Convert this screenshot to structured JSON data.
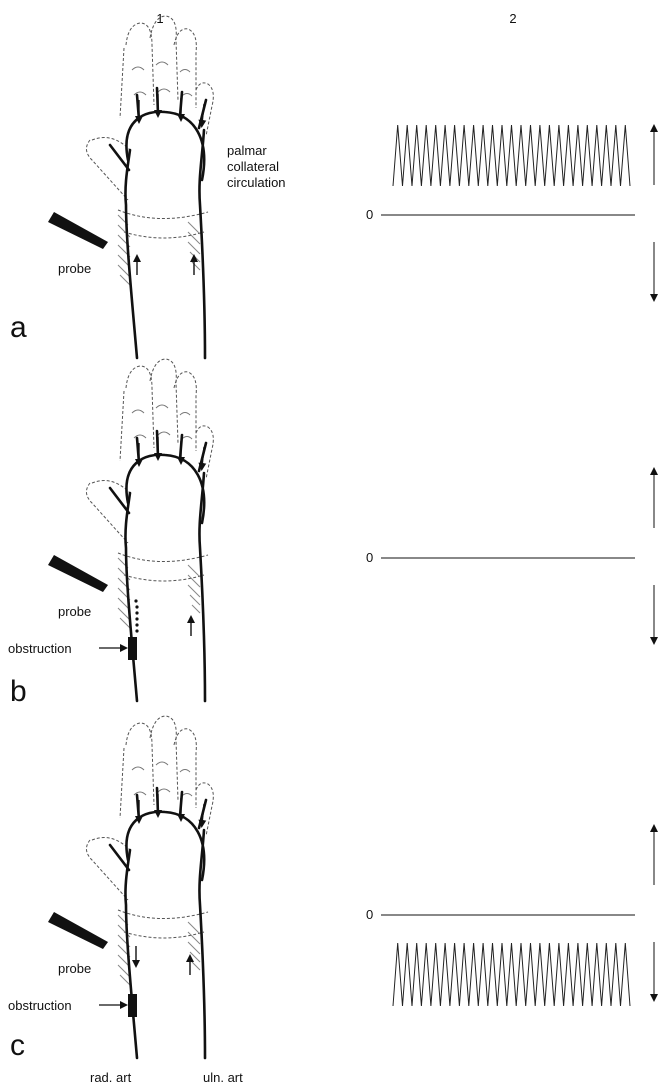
{
  "columns": {
    "col1": "1",
    "col2": "2"
  },
  "labels": {
    "palmar_line1": "palmar",
    "palmar_line2": "collateral",
    "palmar_line3": "circulation",
    "probe": "probe",
    "obstruction": "obstruction",
    "rad_art": "rad. art",
    "uln_art": "uln. art",
    "zero": "0"
  },
  "panels": [
    {
      "letter": "a",
      "signal": "above",
      "obstruction": false
    },
    {
      "letter": "b",
      "signal": "none",
      "obstruction": true
    },
    {
      "letter": "c",
      "signal": "below",
      "obstruction": true
    }
  ]
}
